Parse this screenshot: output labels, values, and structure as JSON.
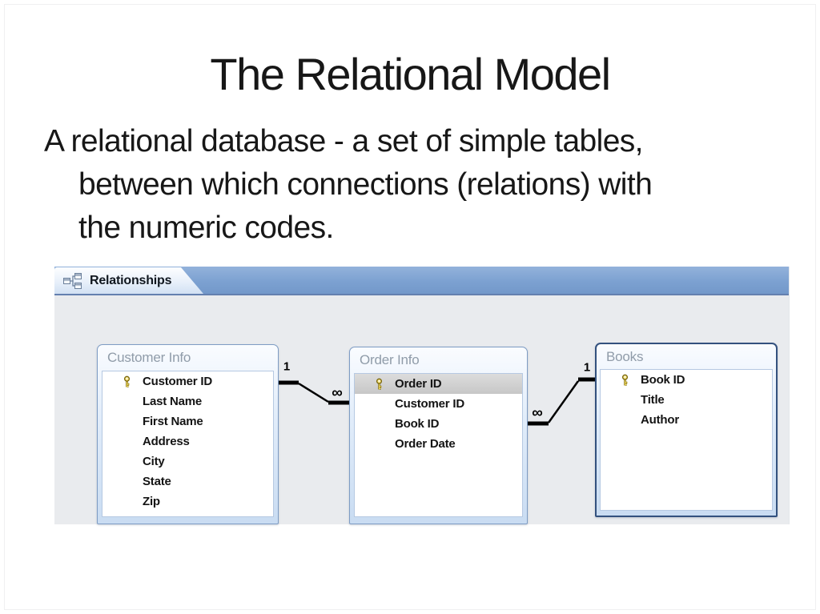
{
  "slide": {
    "title": "The Relational Model",
    "body_lines": [
      "A relational database - a set of simple tables,",
      "between which connections (relations) with",
      "the numeric codes."
    ]
  },
  "access": {
    "tab_label": "Relationships",
    "tab_icon": "relationships-diagram-icon",
    "tables": [
      {
        "name": "Customer Info",
        "fields": [
          {
            "name": "Customer ID",
            "key": true
          },
          {
            "name": "Last Name",
            "key": false
          },
          {
            "name": "First Name",
            "key": false
          },
          {
            "name": "Address",
            "key": false
          },
          {
            "name": "City",
            "key": false
          },
          {
            "name": "State",
            "key": false
          },
          {
            "name": "Zip",
            "key": false
          }
        ]
      },
      {
        "name": "Order Info",
        "fields": [
          {
            "name": "Order ID",
            "key": true,
            "selected": true
          },
          {
            "name": "Customer ID",
            "key": false
          },
          {
            "name": "Book ID",
            "key": false
          },
          {
            "name": "Order Date",
            "key": false
          }
        ]
      },
      {
        "name": "Books",
        "fields": [
          {
            "name": "Book ID",
            "key": true
          },
          {
            "name": "Title",
            "key": false
          },
          {
            "name": "Author",
            "key": false
          }
        ]
      }
    ],
    "relationships": [
      {
        "from_table": "Customer Info",
        "to_table": "Order Info",
        "from_cardinality": "1",
        "to_cardinality": "∞"
      },
      {
        "from_table": "Order Info",
        "to_table": "Books",
        "from_cardinality": "∞",
        "to_cardinality": "1"
      }
    ],
    "colors": {
      "tab_bar_blue": "#7ca1d1",
      "canvas_gray": "#e9ebee",
      "table_border_blue": "#7e9cc4",
      "selected_table_border": "#33517e",
      "header_text_gray": "#909ca9",
      "selected_row_gray": "#cccccc",
      "key_gold": "#f0d95c",
      "connector_black": "#000000"
    }
  }
}
